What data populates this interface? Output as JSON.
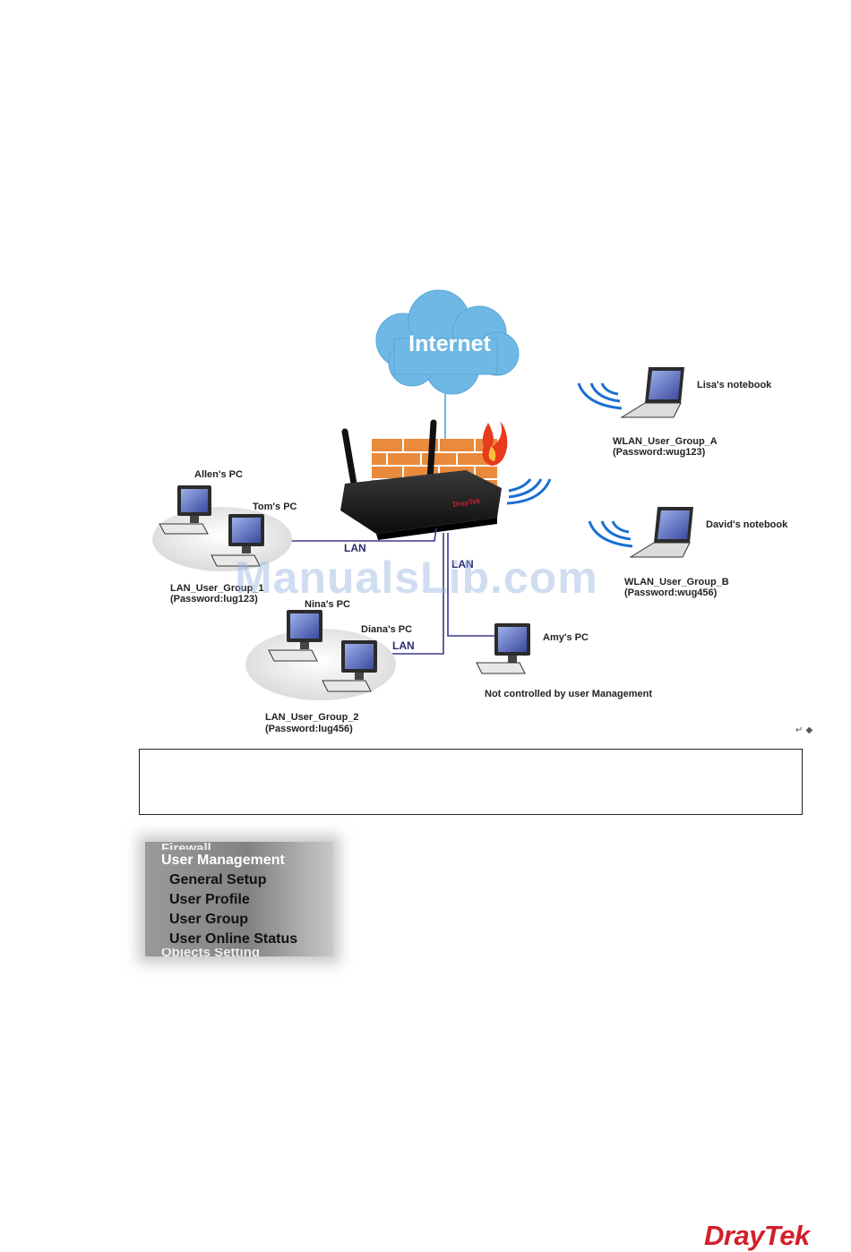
{
  "diagram": {
    "cloud_label": "Internet",
    "lisa_label": "Lisa's notebook",
    "group_a_name": "WLAN_User_Group_A",
    "group_a_password": "(Password:wug123)",
    "david_label": "David's notebook",
    "group_b_name": "WLAN_User_Group_B",
    "group_b_password": "(Password:wug456)",
    "allen_label": "Allen's PC",
    "tom_label": "Tom's PC",
    "lan_group_1_name": "LAN_User_Group_1",
    "lan_group_1_password": "(Password:lug123)",
    "nina_label": "Nina's PC",
    "diana_label": "Diana's PC",
    "lan_group_2_name": "LAN_User_Group_2",
    "lan_group_2_password": "(Password:lug456)",
    "amy_label": "Amy's PC",
    "amy_note": "Not controlled by user Management",
    "lan_label_left": "LAN",
    "lan_label_right": "LAN",
    "lan_label_bottom": "LAN",
    "router_brand": "DrayTek"
  },
  "watermark": "ManualsLib.com",
  "para_mark": "↵ ◆",
  "menu": {
    "faded_top": "Firewall",
    "heading": "User Management",
    "items": [
      "General Setup",
      "User Profile",
      "User Group",
      "User Online Status"
    ],
    "faded_bottom": "Objects Setting"
  },
  "footer_logo": "DrayTek",
  "colors": {
    "cloud": "#6fb8e6",
    "lan_line": "#3a3a8a",
    "wifi": "#1a6fd1",
    "firewall_brick": "#e98a3c",
    "logo": "#d21f2b"
  }
}
